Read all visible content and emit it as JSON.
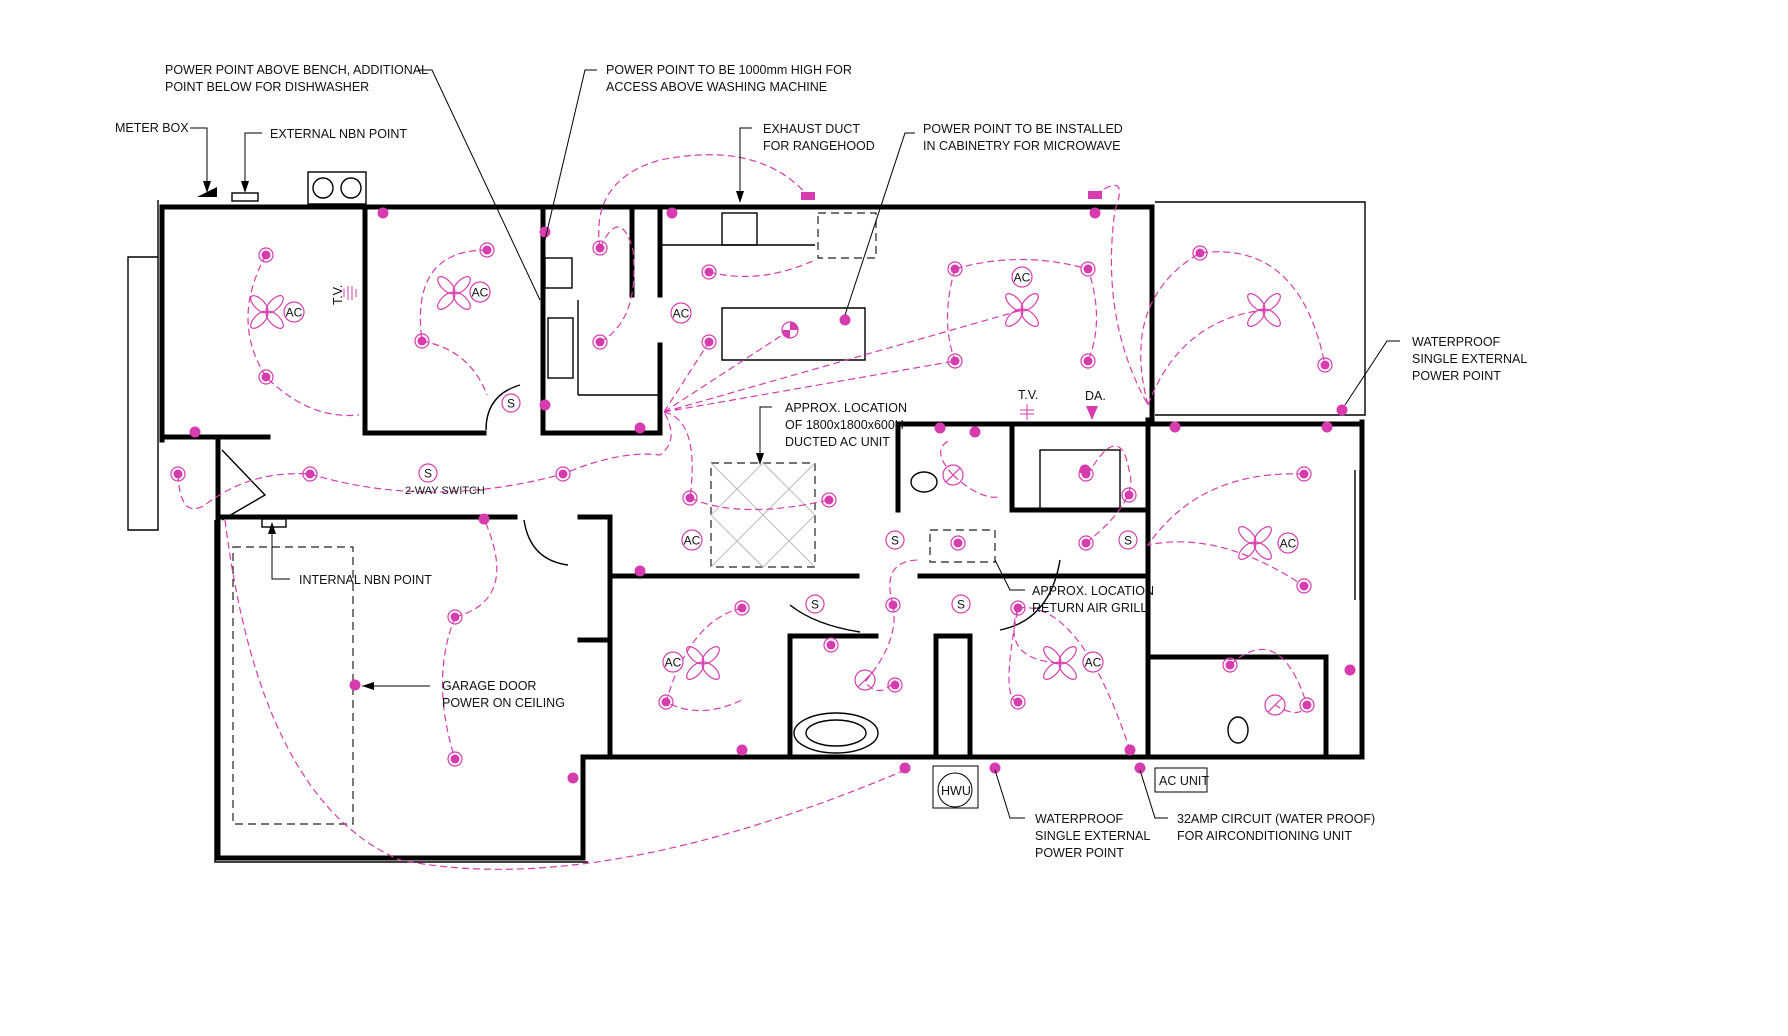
{
  "annotations": {
    "bench_power": [
      "POWER POINT ABOVE BENCH, ADDITIONAL",
      "POINT BELOW FOR DISHWASHER"
    ],
    "washing_power": [
      "POWER POINT TO BE 1000mm HIGH FOR",
      "ACCESS ABOVE WASHING MACHINE"
    ],
    "meter_box": "METER BOX",
    "external_nbn": "EXTERNAL NBN POINT",
    "exhaust_duct": [
      "EXHAUST DUCT",
      "FOR RANGEHOOD"
    ],
    "microwave_power": [
      "POWER POINT TO BE INSTALLED",
      "IN CABINETRY FOR MICROWAVE"
    ],
    "waterproof_right": [
      "WATERPROOF",
      "SINGLE EXTERNAL",
      "POWER POINT"
    ],
    "ducted_ac": [
      "APPROX. LOCATION",
      "OF 1800x1800x600H",
      "DUCTED AC UNIT"
    ],
    "two_way_switch": "2-WAY SWITCH",
    "internal_nbn": "INTERNAL NBN POINT",
    "return_air": [
      "APPROX. LOCATION",
      "RETURN AIR GRILL"
    ],
    "garage_door": [
      "GARAGE DOOR",
      "POWER ON CEILING"
    ],
    "hwu": "HWU",
    "ac_unit": "AC UNIT",
    "waterproof_bottom": [
      "WATERPROOF",
      "SINGLE EXTERNAL",
      "POWER POINT"
    ],
    "ac_circuit": [
      "32AMP CIRCUIT (WATER PROOF)",
      "FOR AIRCONDITIONING UNIT"
    ],
    "tv": "T.V.",
    "da": "DA."
  },
  "symbols": {
    "ac": "AC",
    "switch": "S"
  },
  "colors": {
    "electrical": "#d63cae",
    "walls": "#000000"
  }
}
